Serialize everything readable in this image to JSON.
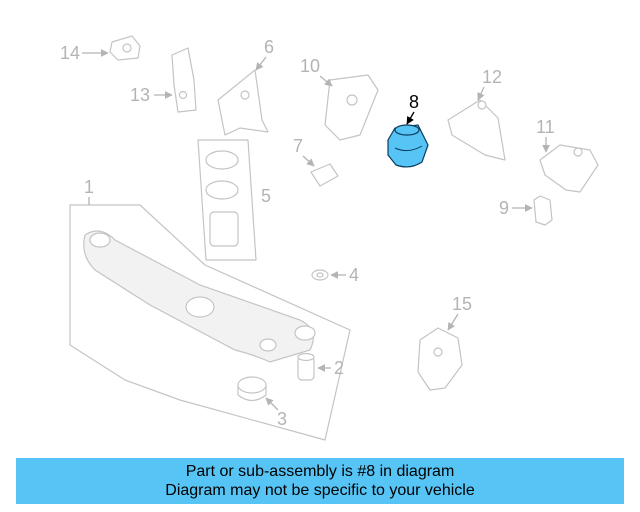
{
  "diagram": {
    "callouts": [
      "1",
      "2",
      "3",
      "4",
      "5",
      "6",
      "7",
      "8",
      "9",
      "10",
      "11",
      "12",
      "13",
      "14",
      "15"
    ],
    "highlighted": "8",
    "highlight_color": "#56c4f5"
  },
  "banner": {
    "line1": "Part or sub-assembly is #8 in diagram",
    "line2": "Diagram may not be specific to your vehicle",
    "color": "#56c4f5"
  }
}
